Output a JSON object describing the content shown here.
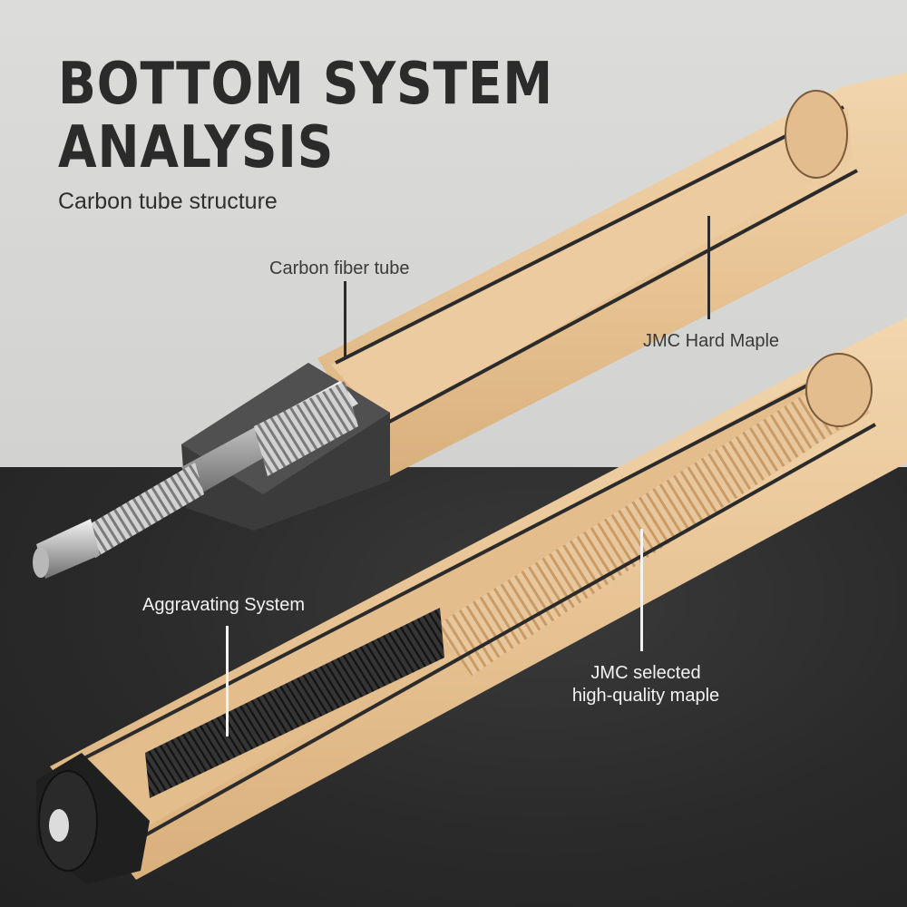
{
  "header": {
    "title_line1": "BOTTOM SYSTEM",
    "title_line2": "ANALYSIS",
    "subtitle": "Carbon tube structure"
  },
  "callouts": {
    "carbon_fiber_tube": "Carbon fiber tube",
    "hard_maple": "JMC Hard Maple",
    "aggravating_system": "Aggravating System",
    "selected_maple_line1": "JMC selected",
    "selected_maple_line2": "high-quality maple"
  },
  "colors": {
    "background_top": "#d7d7d5",
    "background_bottom": "#2a2a2a",
    "maple": "#e9c79c",
    "carbon": "#2b2b2b",
    "joint_metal": "#c9c9c9",
    "weight_bolts": "#2f2f2f"
  }
}
